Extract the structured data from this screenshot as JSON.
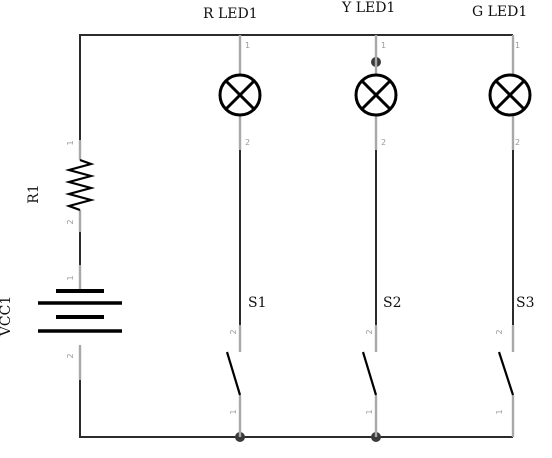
{
  "components": {
    "r_led": {
      "label": "R LED1",
      "pin1": "1",
      "pin2": "2"
    },
    "y_led": {
      "label": "Y LED1",
      "pin1": "1",
      "pin2": "2"
    },
    "g_led": {
      "label": "G LED1",
      "pin1": "1",
      "pin2": "2"
    },
    "resistor": {
      "label": "R1",
      "pin1": "1",
      "pin2": "2"
    },
    "battery": {
      "label": "VCC1",
      "pin1": "1",
      "pin2": "2"
    },
    "s1": {
      "label": "S1",
      "pin1": "1",
      "pin2": "2"
    },
    "s2": {
      "label": "S2",
      "pin1": "1",
      "pin2": "2"
    },
    "s3": {
      "label": "S3",
      "pin1": "1",
      "pin2": "2"
    }
  },
  "colors": {
    "wire": "#2b2b2b",
    "pin_lead": "#a8a8a8",
    "symbol": "#000000",
    "pin_text": "#9a9a9a"
  }
}
